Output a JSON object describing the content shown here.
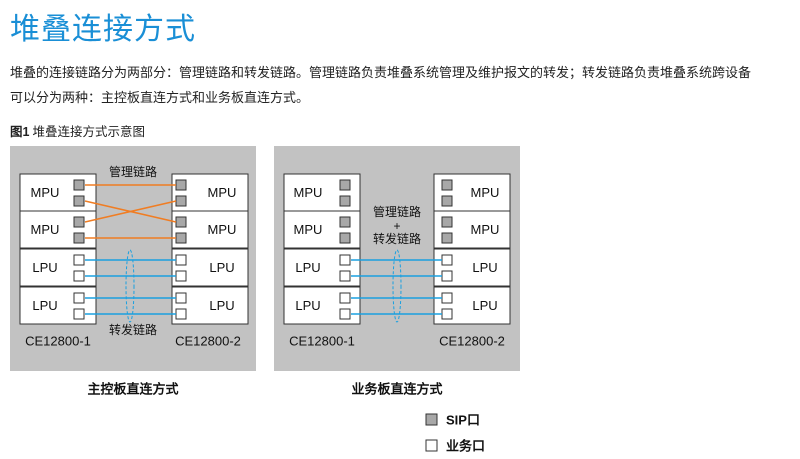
{
  "title": "堆叠连接方式",
  "intro": {
    "line1": "堆叠的连接链路分为两部分：管理链路和转发链路。管理链路负责堆叠系统管理及维护报文的转发；转发链路负责堆叠系统跨设备",
    "line2": "可以分为两种：主控板直连方式和业务板直连方式。"
  },
  "figure": {
    "number": "图1",
    "caption": "堆叠连接方式示意图",
    "left_panel": {
      "label": "主控板直连方式",
      "device_left": "CE12800-1",
      "device_right": "CE12800-2",
      "top_link_label": "管理链路",
      "bottom_link_label": "转发链路",
      "rows": [
        "MPU",
        "MPU",
        "LPU",
        "LPU"
      ]
    },
    "right_panel": {
      "label": "业务板直连方式",
      "device_left": "CE12800-1",
      "device_right": "CE12800-2",
      "link_label_line1": "管理链路",
      "link_label_line2": "+",
      "link_label_line3": "转发链路",
      "rows": [
        "MPU",
        "MPU",
        "LPU",
        "LPU"
      ]
    },
    "legend": {
      "sip_label": "SIP口",
      "service_label": "业务口"
    },
    "colors": {
      "panel_bg": "#c2c2c2",
      "mgmt_link": "#f07d23",
      "fwd_link": "#1aa0e0",
      "sip_port": "#a8a8a8",
      "title": "#1a8fd6"
    }
  }
}
